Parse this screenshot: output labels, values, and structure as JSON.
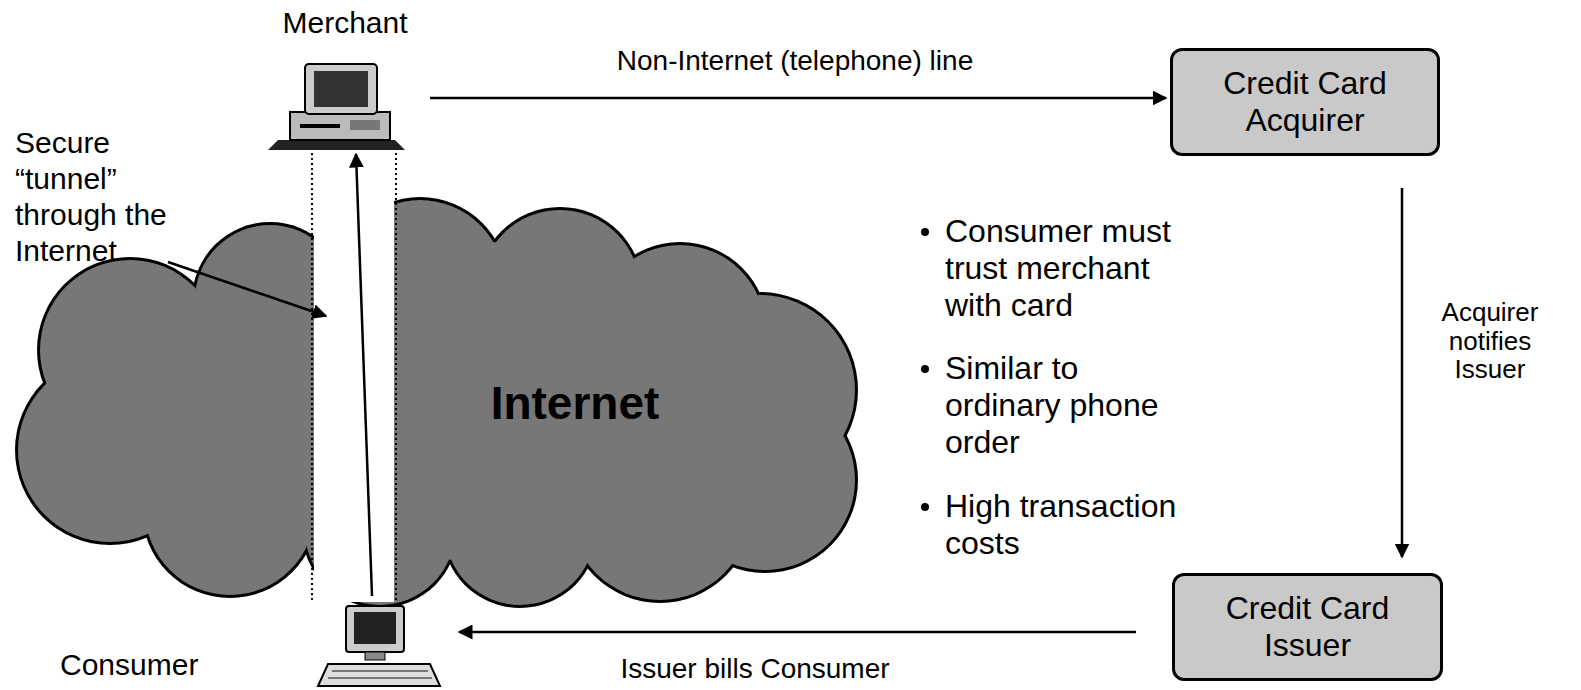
{
  "diagram": {
    "nodes": [
      {
        "text": [
          "Merchant"
        ]
      },
      {
        "text": [
          "Credit Card Acquirer"
        ]
      },
      {
        "text": [
          "Internet"
        ]
      },
      {
        "text": [
          "Consumer"
        ]
      },
      {
        "text": [
          "Credit Card Issuer"
        ]
      }
    ],
    "edges": [
      {
        "from": 0,
        "to": 1,
        "label": "Non-Internet (telephone) line",
        "arrow": "to"
      },
      {
        "from": 1,
        "to": 4,
        "label": "Acquirer notifies Issuer",
        "arrow": "to"
      },
      {
        "from": 4,
        "to": 3,
        "label": "Issuer bills Consumer",
        "arrow": "to"
      },
      {
        "from": 3,
        "to": 0,
        "arrow": "to"
      }
    ],
    "labels": [
      "Secure “tunnel” through the Internet",
      "Consumer must trust merchant with card",
      "Similar to ordinary phone order",
      "High transaction costs"
    ]
  }
}
